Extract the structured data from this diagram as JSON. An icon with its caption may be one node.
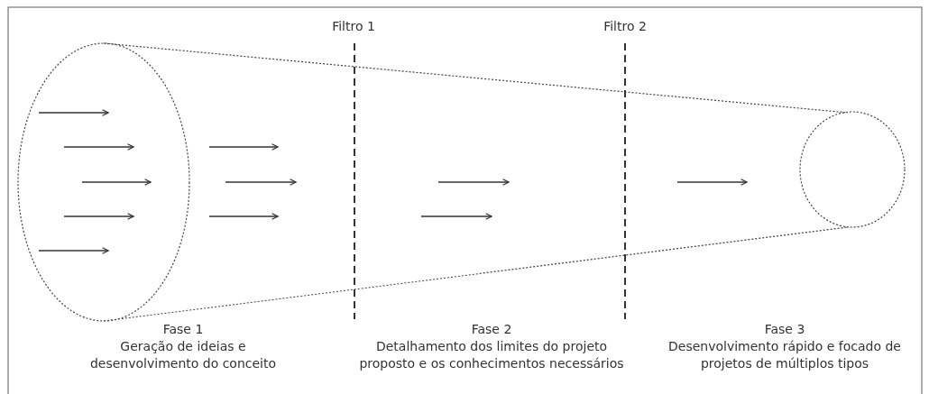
{
  "diagram": {
    "labels": [
      "Filtro 1",
      "Filtro 2",
      "Fase 1",
      "Geração de ideias e desenvolvimento do conceito",
      "Fase 2",
      "Detalhamento dos limites do projeto proposto e os conhecimentos necessários",
      "Fase 3",
      "Desenvolvimento rápido e focado de projetos de múltiplos tipos"
    ]
  }
}
